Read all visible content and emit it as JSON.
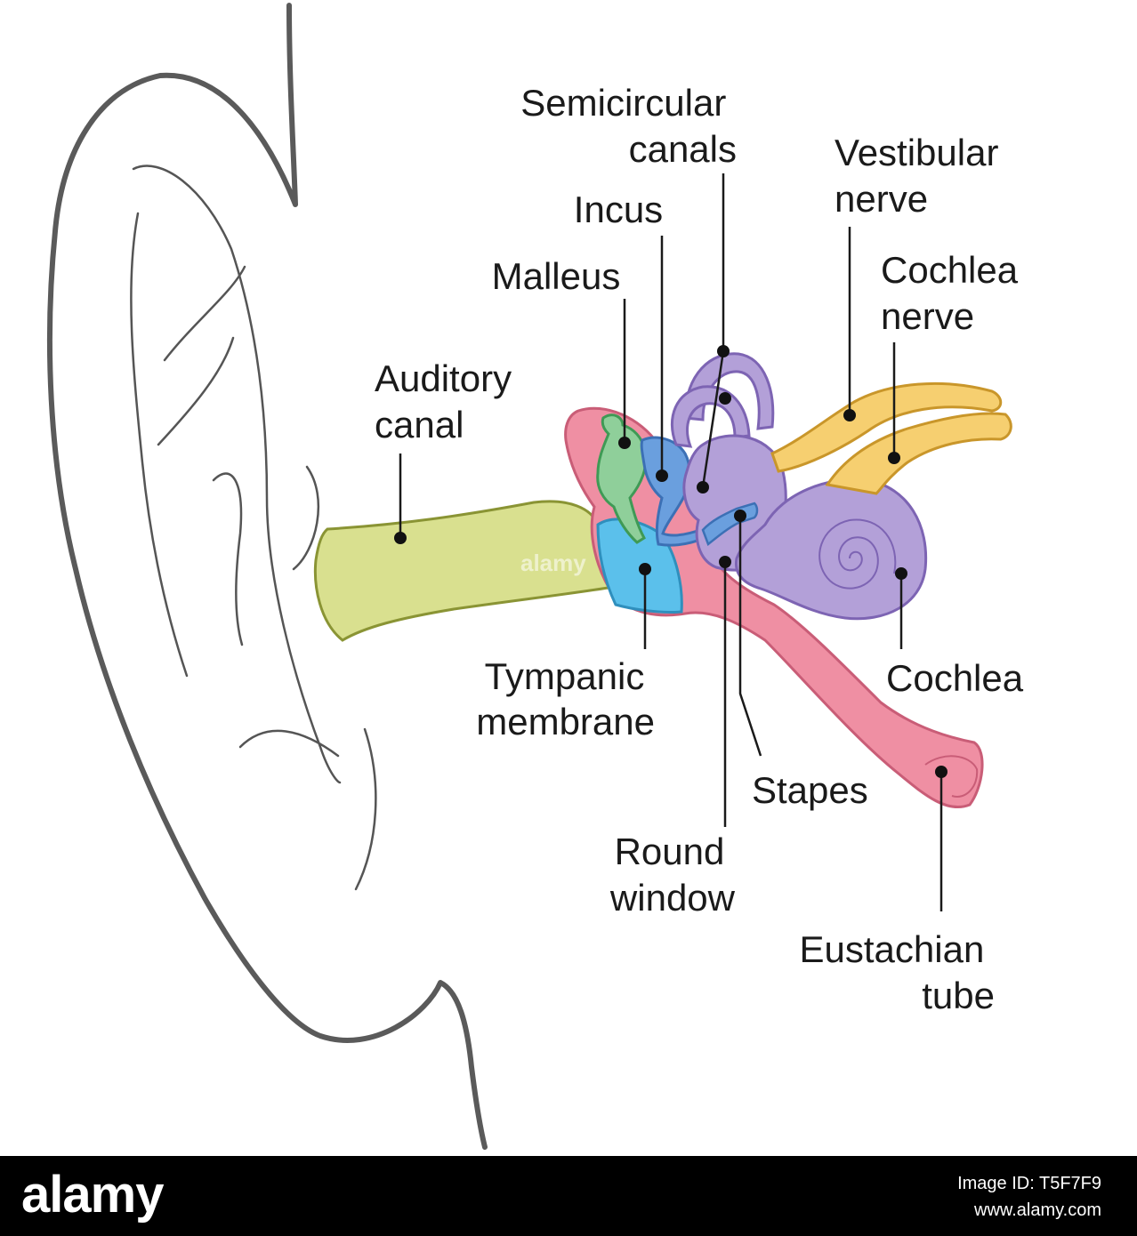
{
  "labels": {
    "semicircular_canals": [
      "Semicircular",
      "canals"
    ],
    "incus": [
      "Incus"
    ],
    "malleus": [
      "Malleus"
    ],
    "vestibular_nerve": [
      "Vestibular",
      "nerve"
    ],
    "cochlea_nerve": [
      "Cochlea",
      "nerve"
    ],
    "auditory_canal": [
      "Auditory",
      "canal"
    ],
    "tympanic_membrane": [
      "Tympanic",
      "membrane"
    ],
    "cochlea": [
      "Cochlea"
    ],
    "stapes": [
      "Stapes"
    ],
    "round_window": [
      "Round",
      "window"
    ],
    "eustachian_tube": [
      "Eustachian",
      "tube"
    ]
  },
  "colors": {
    "ear_outline": "#5a5a5a",
    "auditory_canal": "#d9e08f",
    "middle_ear": "#ef8fa3",
    "tympanic": "#5bc0eb",
    "malleus": "#8fcf9a",
    "incus": "#6a9fde",
    "inner_ear": "#b3a0d8",
    "nerves": "#f6cf70"
  },
  "banner": {
    "logo": "alamy",
    "image_id": "Image ID: T5F7F9",
    "url": "www.alamy.com"
  },
  "watermark": "alamy"
}
